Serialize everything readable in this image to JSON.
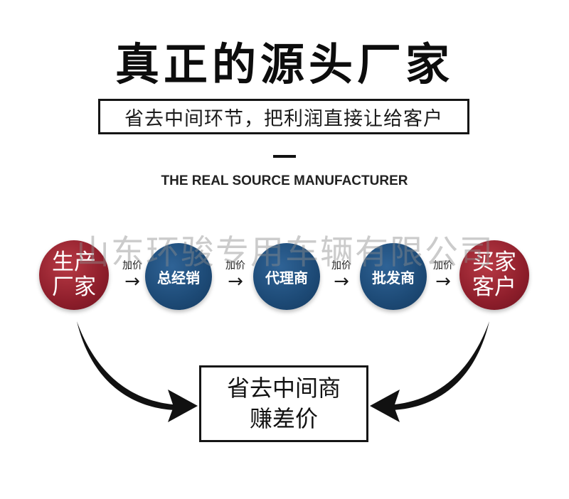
{
  "title": "真正的源头厂家",
  "subtitle": "省去中间环节，把利润直接让给客户",
  "english_title": "THE REAL SOURCE MANUFACTURER",
  "watermark": "山东环骏专用车辆有限公司",
  "flow": {
    "nodes": [
      {
        "line1": "生产",
        "line2": "厂家",
        "color": "#8e1e2b"
      },
      {
        "label": "总经销",
        "color": "#1d4a76"
      },
      {
        "label": "代理商",
        "color": "#1d4a76"
      },
      {
        "label": "批发商",
        "color": "#1d4a76"
      },
      {
        "line1": "买家",
        "line2": "客户",
        "color": "#8e1e2b"
      }
    ],
    "connectors": [
      {
        "label": "加价",
        "arrow": "→"
      },
      {
        "label": "加价",
        "arrow": "→"
      },
      {
        "label": "加价",
        "arrow": "→"
      },
      {
        "label": "加价",
        "arrow": "→"
      }
    ]
  },
  "result": {
    "line1": "省去中间商",
    "line2": "赚差价"
  }
}
